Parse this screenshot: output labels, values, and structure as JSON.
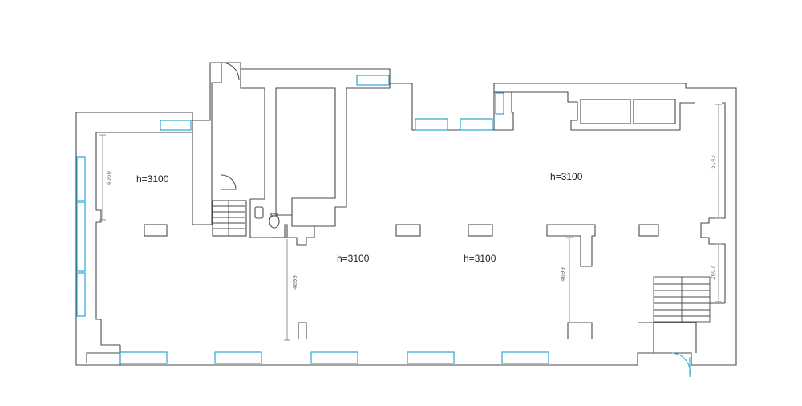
{
  "labels": {
    "height_left": "h=3100",
    "height_right": "h=3100",
    "height_center": "h=3100",
    "height_center_right": "h=3100"
  },
  "dimensions": {
    "left_room": "4060",
    "right_top": "5143",
    "center_left": "4699",
    "center_right": "4699",
    "right_bottom": "2607"
  },
  "colors": {
    "wall": "#4a4a4a",
    "window": "#2aa6d6"
  }
}
